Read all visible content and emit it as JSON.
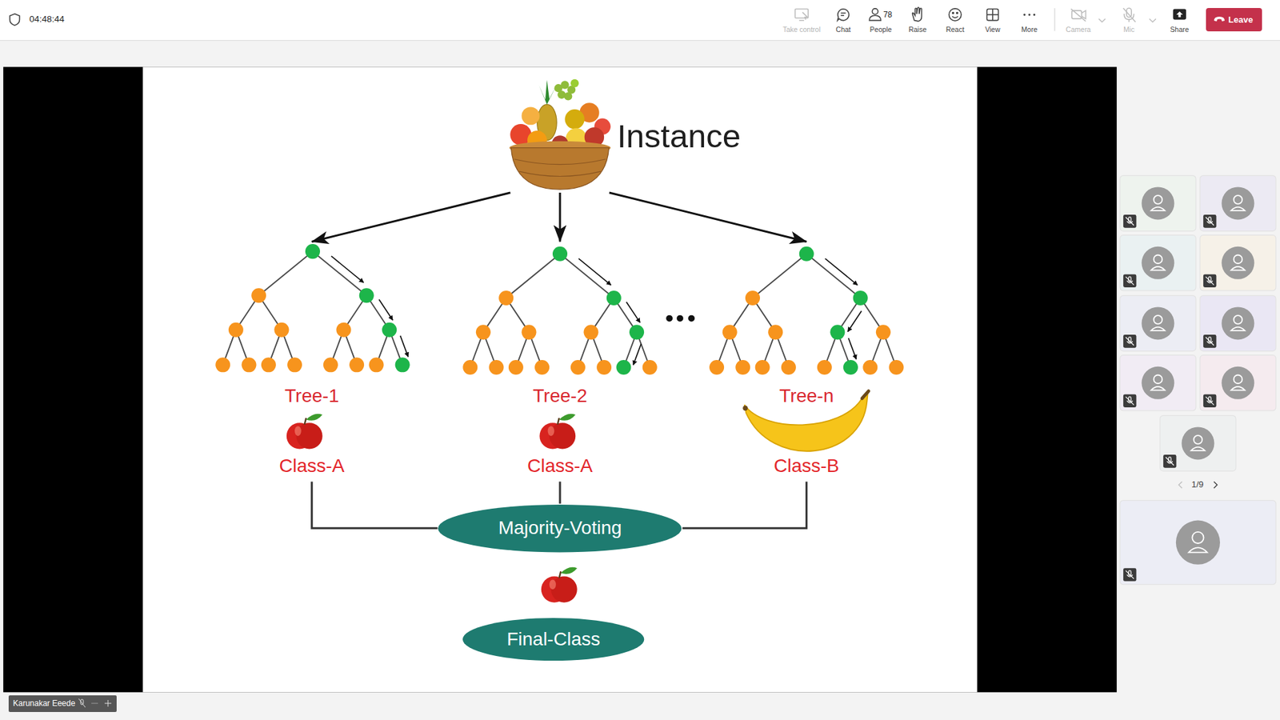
{
  "diagram": {
    "nodes": [
      {
        "text": [
          "Leave"
        ]
      },
      {
        "text": [
          "Instance"
        ]
      },
      {
        "text": [
          "Tree-1",
          "Class-A"
        ]
      },
      {
        "text": [
          "Tree-2",
          "Class-A"
        ]
      },
      {
        "text": [
          "Tree-n",
          "Class-B"
        ]
      },
      {
        "text": [
          "Majority-Voting"
        ]
      },
      {
        "text": [
          "Final-Class"
        ]
      },
      {
        "text": [
          "Karunakar Eeede"
        ]
      }
    ],
    "edges": [
      {
        "from": 1,
        "to": 2,
        "arrow": "to"
      },
      {
        "from": 1,
        "to": 3,
        "arrow": "to"
      },
      {
        "from": 1,
        "to": 4,
        "arrow": "to"
      },
      {
        "from": 2,
        "to": 5,
        "arrow": "none"
      },
      {
        "from": 3,
        "to": 5,
        "arrow": "none"
      },
      {
        "from": 4,
        "to": 5,
        "arrow": "none"
      }
    ],
    "labels": [
      "04:48:44",
      "Take control",
      "Chat",
      "78",
      "People",
      "Raise",
      "React",
      "View",
      "More",
      "Camera",
      "Mic",
      "Share",
      "1/9"
    ]
  }
}
